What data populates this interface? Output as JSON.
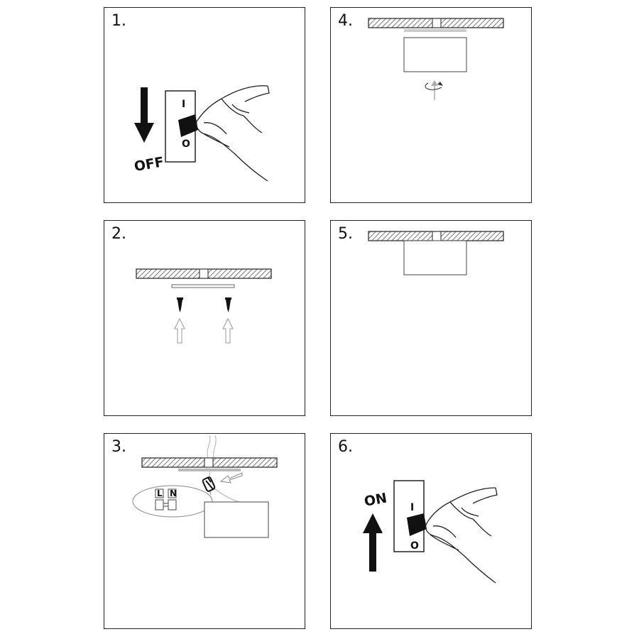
{
  "panels": [
    {
      "number": "1."
    },
    {
      "number": "2."
    },
    {
      "number": "3."
    },
    {
      "number": "4."
    },
    {
      "number": "5."
    },
    {
      "number": "6."
    }
  ],
  "switch": {
    "on_mark": "I",
    "off_mark": "O"
  },
  "labels": {
    "off": "OFF",
    "on": "ON",
    "live": "L",
    "neutral": "N"
  },
  "colors": {
    "ink": "#222222",
    "light_gray": "#c8c8c8",
    "hatch": "#555555"
  }
}
